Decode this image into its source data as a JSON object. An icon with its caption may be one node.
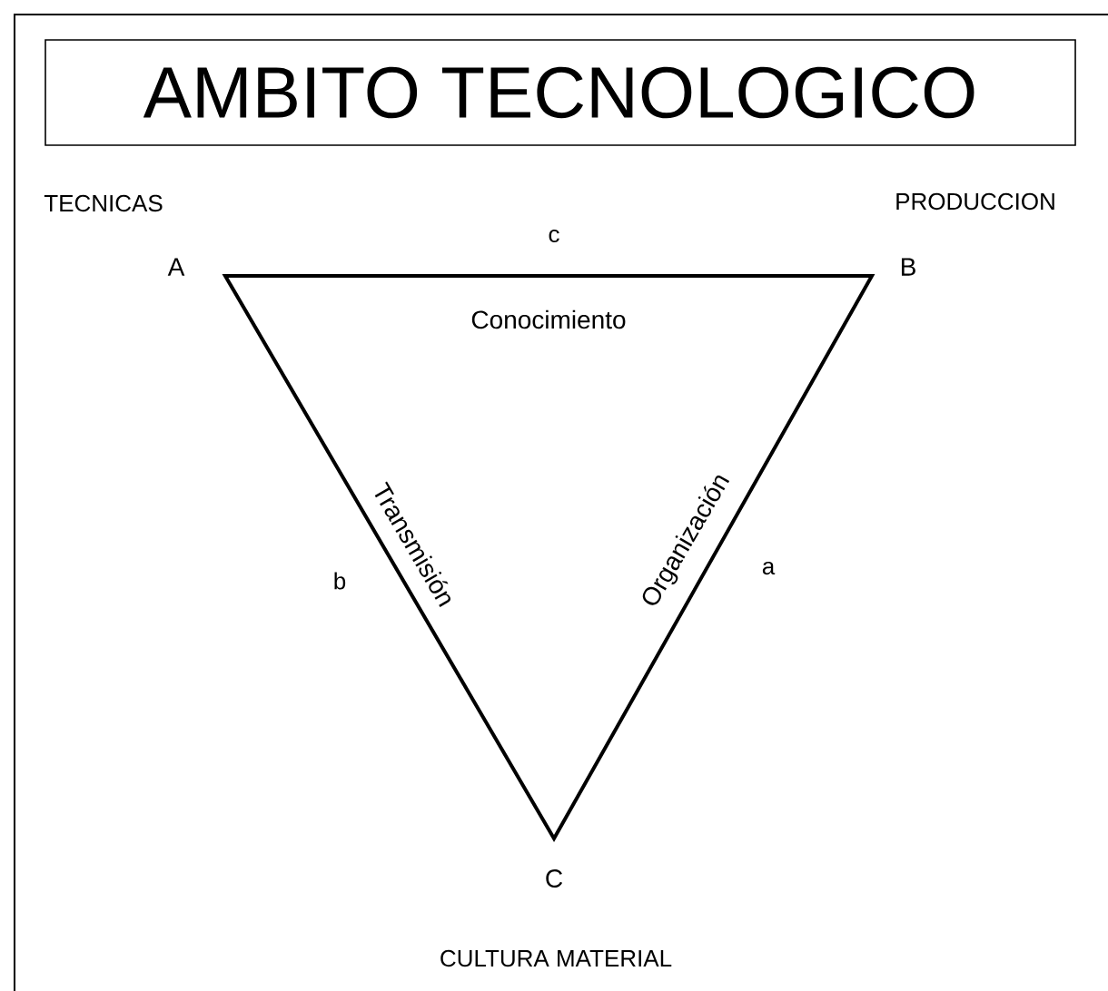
{
  "diagram": {
    "nodes": [
      {
        "text": [
          "AMBITO TECNOLOGICO"
        ]
      }
    ],
    "labels": [
      "TECNICAS",
      "PRODUCCION",
      "c",
      "A",
      "B",
      "Conocimiento",
      "Transmisión",
      "Organización",
      "b",
      "a",
      "C",
      "CULTURA MATERIAL"
    ]
  }
}
